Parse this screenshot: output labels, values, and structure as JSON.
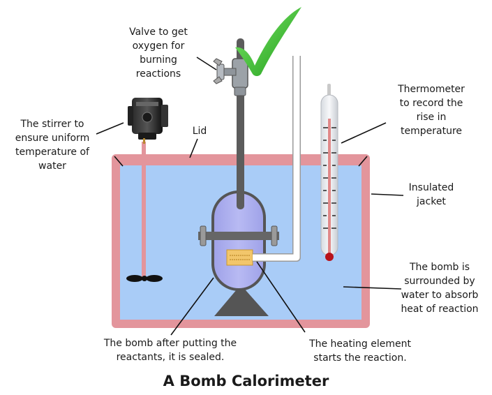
{
  "title": "A Bomb Calorimeter",
  "labels": {
    "valve": [
      "Valve to get",
      "oxygen for",
      "burning",
      "reactions"
    ],
    "stirrer": [
      "The stirrer to",
      "ensure uniform",
      "temperature of",
      "water"
    ],
    "lid": [
      "Lid"
    ],
    "thermometer": [
      "Thermometer",
      "to record the",
      "rise in",
      "temperature"
    ],
    "jacket": [
      "Insulated",
      "jacket"
    ],
    "bomb_water": [
      "The bomb is",
      "surrounded by",
      "water to absorb",
      "heat of reaction"
    ],
    "bomb_sealed": [
      "The bomb after putting the",
      "reactants, it is sealed."
    ],
    "heating": [
      "The heating element",
      "starts the reaction."
    ]
  },
  "colors": {
    "jacket": "#e3959c",
    "water": "#a9ccf7",
    "bomb": "#aeb0ef",
    "rod": "#5c5c5c",
    "check": "#2fbf2a",
    "heater": "#f2c66b"
  },
  "icons": [
    "check-icon",
    "valve-icon",
    "stirrer-motor-icon",
    "thermometer-icon"
  ]
}
